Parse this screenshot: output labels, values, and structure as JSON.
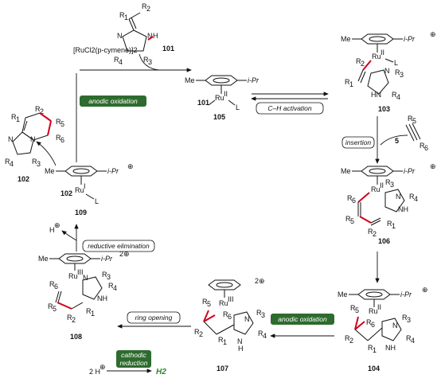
{
  "colors": {
    "accent_green": "#2e6b2e",
    "product_green": "#2a8a2a",
    "bond_red": "#d0021b"
  },
  "reagent": {
    "catalyst": "[RuCl2(p-cymene)]2",
    "substrate_num": "101"
  },
  "steps": {
    "ch_activation": "C–H activation",
    "insertion": "insertion",
    "anodic_oxidation_1": "anodic oxidation",
    "anodic_oxidation_2": "anodic oxidation",
    "ring_opening": "ring opening",
    "reductive_elimination": "reductive elimination",
    "cathodic_line1": "cathodic",
    "cathodic_line2": "reduction"
  },
  "compounds": {
    "c105": "105",
    "c103": "103",
    "c106": "106",
    "c104": "104",
    "c107": "107",
    "c108": "108",
    "c109": "109",
    "c102": "102",
    "c101_ref": "101",
    "c102_ref": "102",
    "alkyne_num": "5"
  },
  "labels": {
    "me": "Me",
    "ipr": "i-Pr",
    "L": "L",
    "ru2": "Ru",
    "ru2_ox": "II",
    "ru3_ox": "III",
    "ru1_ox": "I",
    "charge": "⊕",
    "charge2": "2⊕",
    "hplus": "H",
    "h2_prefix": "2 H",
    "h2": "H2"
  }
}
